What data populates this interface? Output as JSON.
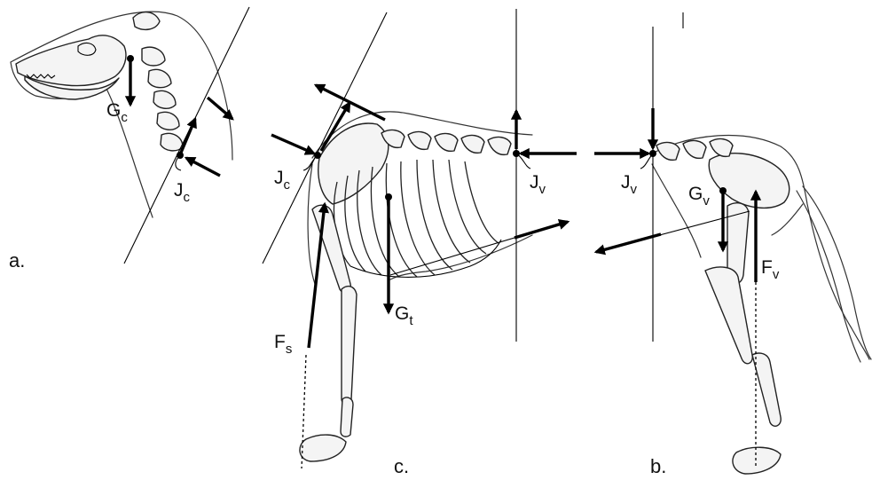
{
  "figure": {
    "panels": [
      {
        "id": "a",
        "label": "a."
      },
      {
        "id": "c",
        "label": "c."
      },
      {
        "id": "b",
        "label": "b."
      }
    ],
    "labels": {
      "G_c": {
        "main": "G",
        "sub": "c"
      },
      "J_c_a": {
        "main": "J",
        "sub": "c"
      },
      "J_c_c": {
        "main": "J",
        "sub": "c"
      },
      "J_v_c": {
        "main": "J",
        "sub": "v"
      },
      "J_v_b": {
        "main": "J",
        "sub": "v"
      },
      "G_t": {
        "main": "G",
        "sub": "t"
      },
      "F_s": {
        "main": "F",
        "sub": "s"
      },
      "G_v": {
        "main": "G",
        "sub": "v"
      },
      "F_v": {
        "main": "F",
        "sub": "v"
      }
    },
    "colors": {
      "ink": "#000000",
      "outline": "#333333",
      "bone_fill": "#f4f4f4",
      "background": "#ffffff"
    }
  }
}
